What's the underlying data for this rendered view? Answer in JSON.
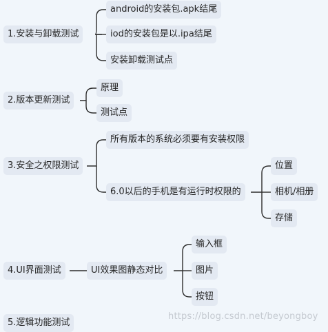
{
  "mindmap": {
    "branches": [
      {
        "label": "1.安装与卸载测试",
        "children": [
          {
            "label": "android的安装包.apk结尾"
          },
          {
            "label": "iod的安装包是以.ipa结尾"
          },
          {
            "label": "安装卸载测试点"
          }
        ]
      },
      {
        "label": "2.版本更新测试",
        "children": [
          {
            "label": "原理"
          },
          {
            "label": "测试点"
          }
        ]
      },
      {
        "label": "3.安全之权限测试",
        "children": [
          {
            "label": "所有版本的系统必须要有安装权限"
          },
          {
            "label": "6.0以后的手机是有运行时权限的",
            "children": [
              {
                "label": "位置"
              },
              {
                "label": "相机/相册"
              },
              {
                "label": "存储"
              }
            ]
          }
        ]
      },
      {
        "label": "4.UI界面测试",
        "children": [
          {
            "label": "UI效果图静态对比",
            "children": [
              {
                "label": "输入框"
              },
              {
                "label": "图片"
              },
              {
                "label": "按钮"
              }
            ]
          }
        ]
      },
      {
        "label": "5.逻辑功能测试",
        "children": []
      }
    ]
  },
  "watermark": "https://blog.csdn.net/beyongboy"
}
